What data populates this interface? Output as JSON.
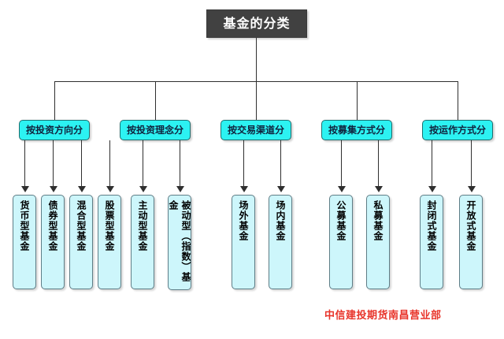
{
  "diagram": {
    "type": "org-tree",
    "background_color": "#ffffff",
    "root": {
      "label": "基金的分类",
      "fill_color": "#414141",
      "text_color": "#ffffff"
    },
    "category_style": {
      "fill_color": "#2cf2f2",
      "text_color": "#10223d",
      "border_color": "#1f6e6e"
    },
    "leaf_style": {
      "fill_color": "#cdf6fb",
      "text_color": "#000000",
      "border_color": "#5e7d86"
    },
    "connector_color": "#2f2f2f",
    "categories": [
      {
        "label": "按投资方向分",
        "children": [
          {
            "label": "货币型基金"
          },
          {
            "label": "债券型基金"
          },
          {
            "label": "混合型基金"
          },
          {
            "label": "股票型基金"
          }
        ]
      },
      {
        "label": "按投资理念分",
        "children": [
          {
            "label": "主动型基金"
          },
          {
            "label": "被动型（指数）基金"
          }
        ]
      },
      {
        "label": "按交易渠道分",
        "children": [
          {
            "label": "场外基金"
          },
          {
            "label": "场内基金"
          }
        ]
      },
      {
        "label": "按募集方式分",
        "children": [
          {
            "label": "公募基金"
          },
          {
            "label": "私募基金"
          }
        ]
      },
      {
        "label": "按运作方式分",
        "children": [
          {
            "label": "封闭式基金"
          },
          {
            "label": "开放式基金"
          }
        ]
      }
    ]
  },
  "footer": {
    "label": "中信建投期货南昌营业部",
    "color": "#e8342a"
  }
}
